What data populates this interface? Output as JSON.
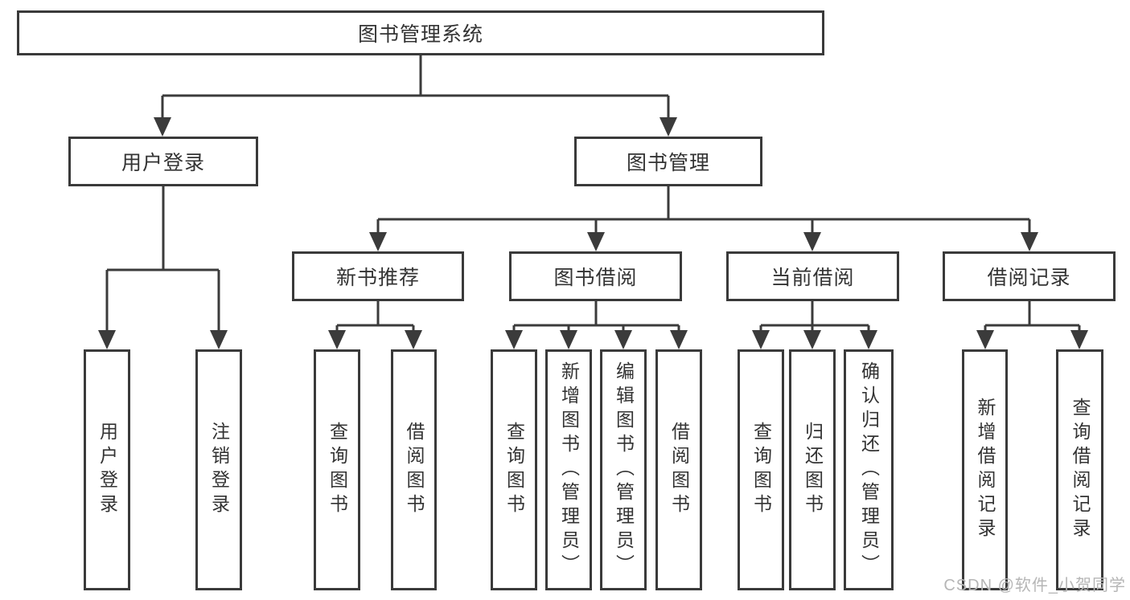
{
  "colors": {
    "background": "#ffffff",
    "line": "#3b3b3b",
    "box_border": "#3a3a3a",
    "text": "#333333",
    "watermark_text": "#b6b6b6"
  },
  "watermark": {
    "text": "CSDN @软件_小贺同学"
  },
  "tree": {
    "label": "图书管理系统",
    "children": [
      {
        "label": "用户登录",
        "children": [
          {
            "label": "用户登录"
          },
          {
            "label": "注销登录"
          }
        ]
      },
      {
        "label": "图书管理",
        "children": [
          {
            "label": "新书推荐",
            "children": [
              {
                "label": "查询图书"
              },
              {
                "label": "借阅图书"
              }
            ]
          },
          {
            "label": "图书借阅",
            "children": [
              {
                "label": "查询图书"
              },
              {
                "label": "新增图书（管理员）"
              },
              {
                "label": "编辑图书（管理员）"
              },
              {
                "label": "借阅图书"
              }
            ]
          },
          {
            "label": "当前借阅",
            "children": [
              {
                "label": "查询图书"
              },
              {
                "label": "归还图书"
              },
              {
                "label": "确认归还（管理员）"
              }
            ]
          },
          {
            "label": "借阅记录",
            "children": [
              {
                "label": "新增借阅记录"
              },
              {
                "label": "查询借阅记录"
              }
            ]
          }
        ]
      }
    ]
  }
}
